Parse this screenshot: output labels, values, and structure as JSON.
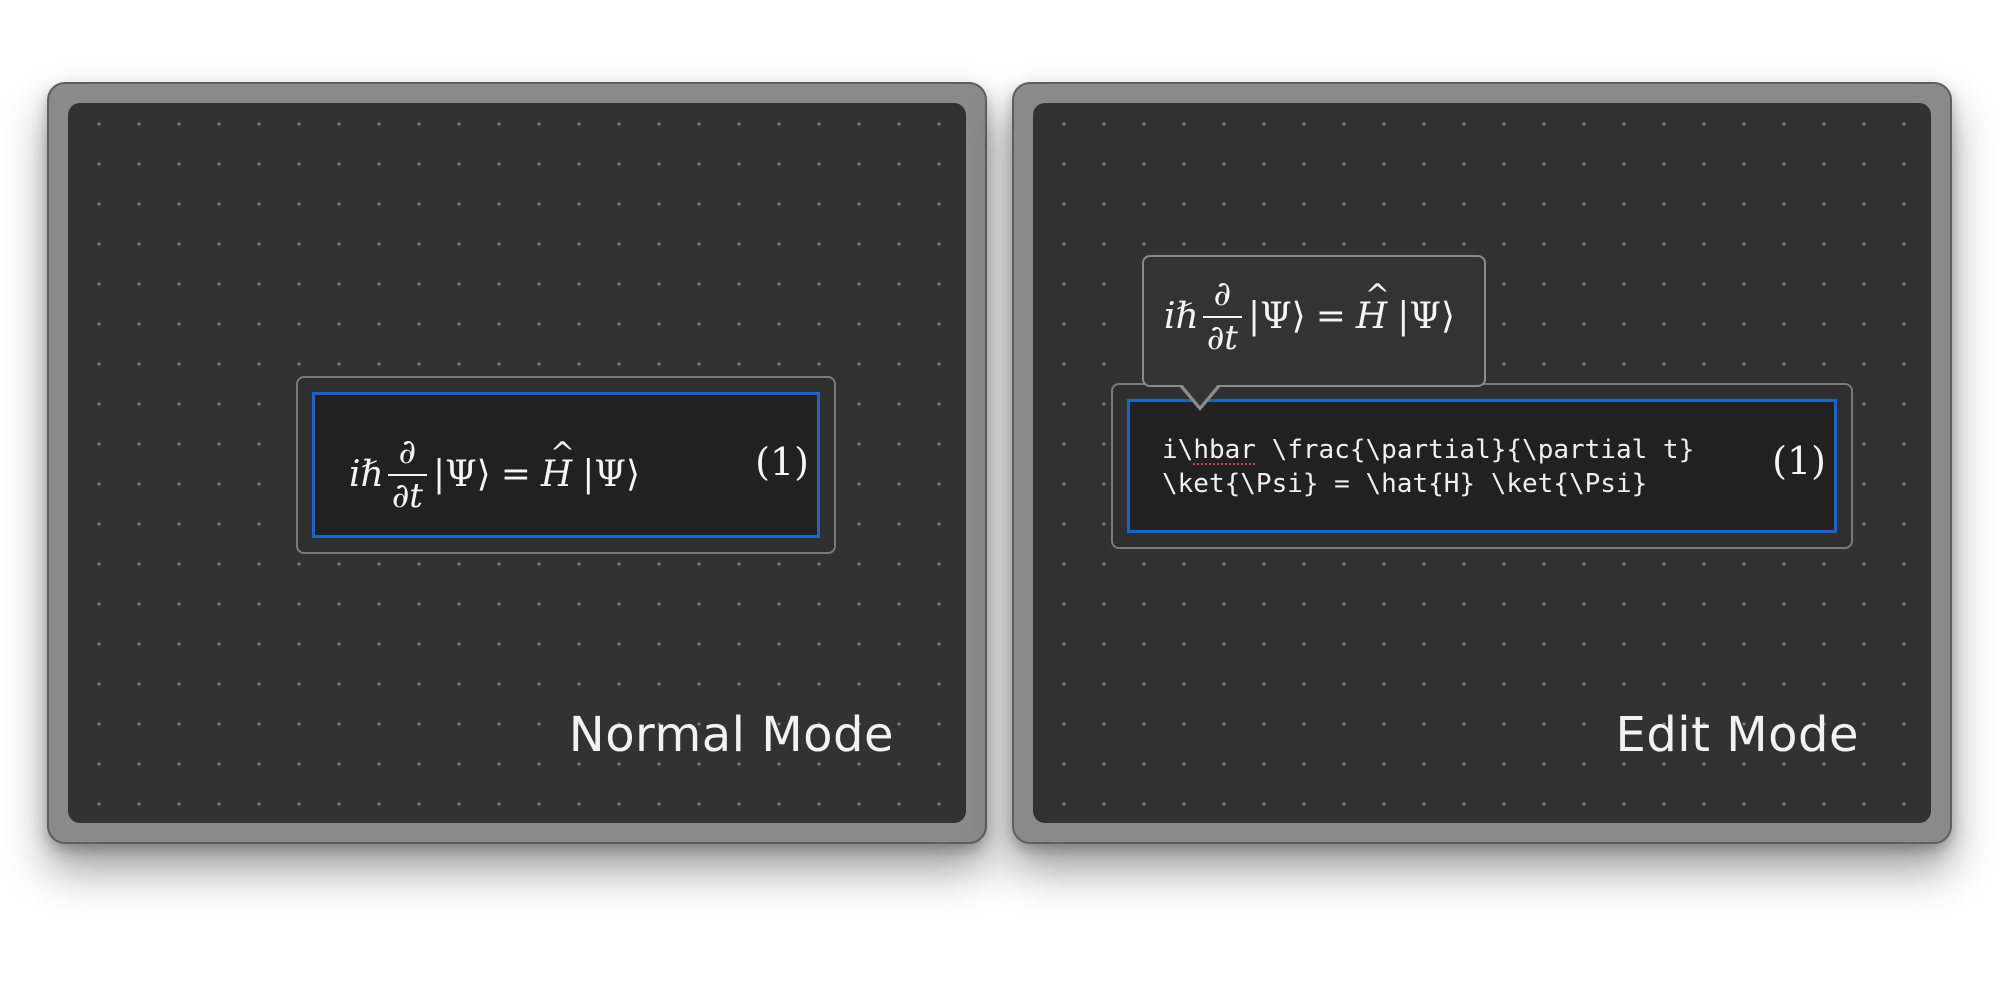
{
  "normal_panel": {
    "mode_label": "Normal Mode",
    "equation": {
      "i": "i",
      "hbar": "ℏ",
      "frac_num": "∂",
      "frac_den": "∂t",
      "ket_psi_1": "|Ψ⟩",
      "equals": "=",
      "hat": "^",
      "H": "H",
      "ket_psi_2": "|Ψ⟩"
    },
    "equation_number": "(1)"
  },
  "edit_panel": {
    "mode_label": "Edit Mode",
    "source": {
      "line1_prefix": "i\\",
      "line1_misspelled": "hbar",
      "line1_rest": " \\frac{\\partial}{\\partial t}",
      "line2": "\\ket{\\Psi} = \\hat{H} \\ket{\\Psi}"
    },
    "equation_number": "(1)",
    "preview": {
      "i": "i",
      "hbar": "ℏ",
      "frac_num": "∂",
      "frac_den": "∂t",
      "ket_psi_1": "|Ψ⟩",
      "equals": "=",
      "hat": "^",
      "H": "H",
      "ket_psi_2": "|Ψ⟩"
    }
  },
  "colors": {
    "canvas_bg": "#323232",
    "frame_border": "#8a8a8a",
    "selection_border": "#1f63c4",
    "spellcheck_underline": "#e23a3a"
  }
}
